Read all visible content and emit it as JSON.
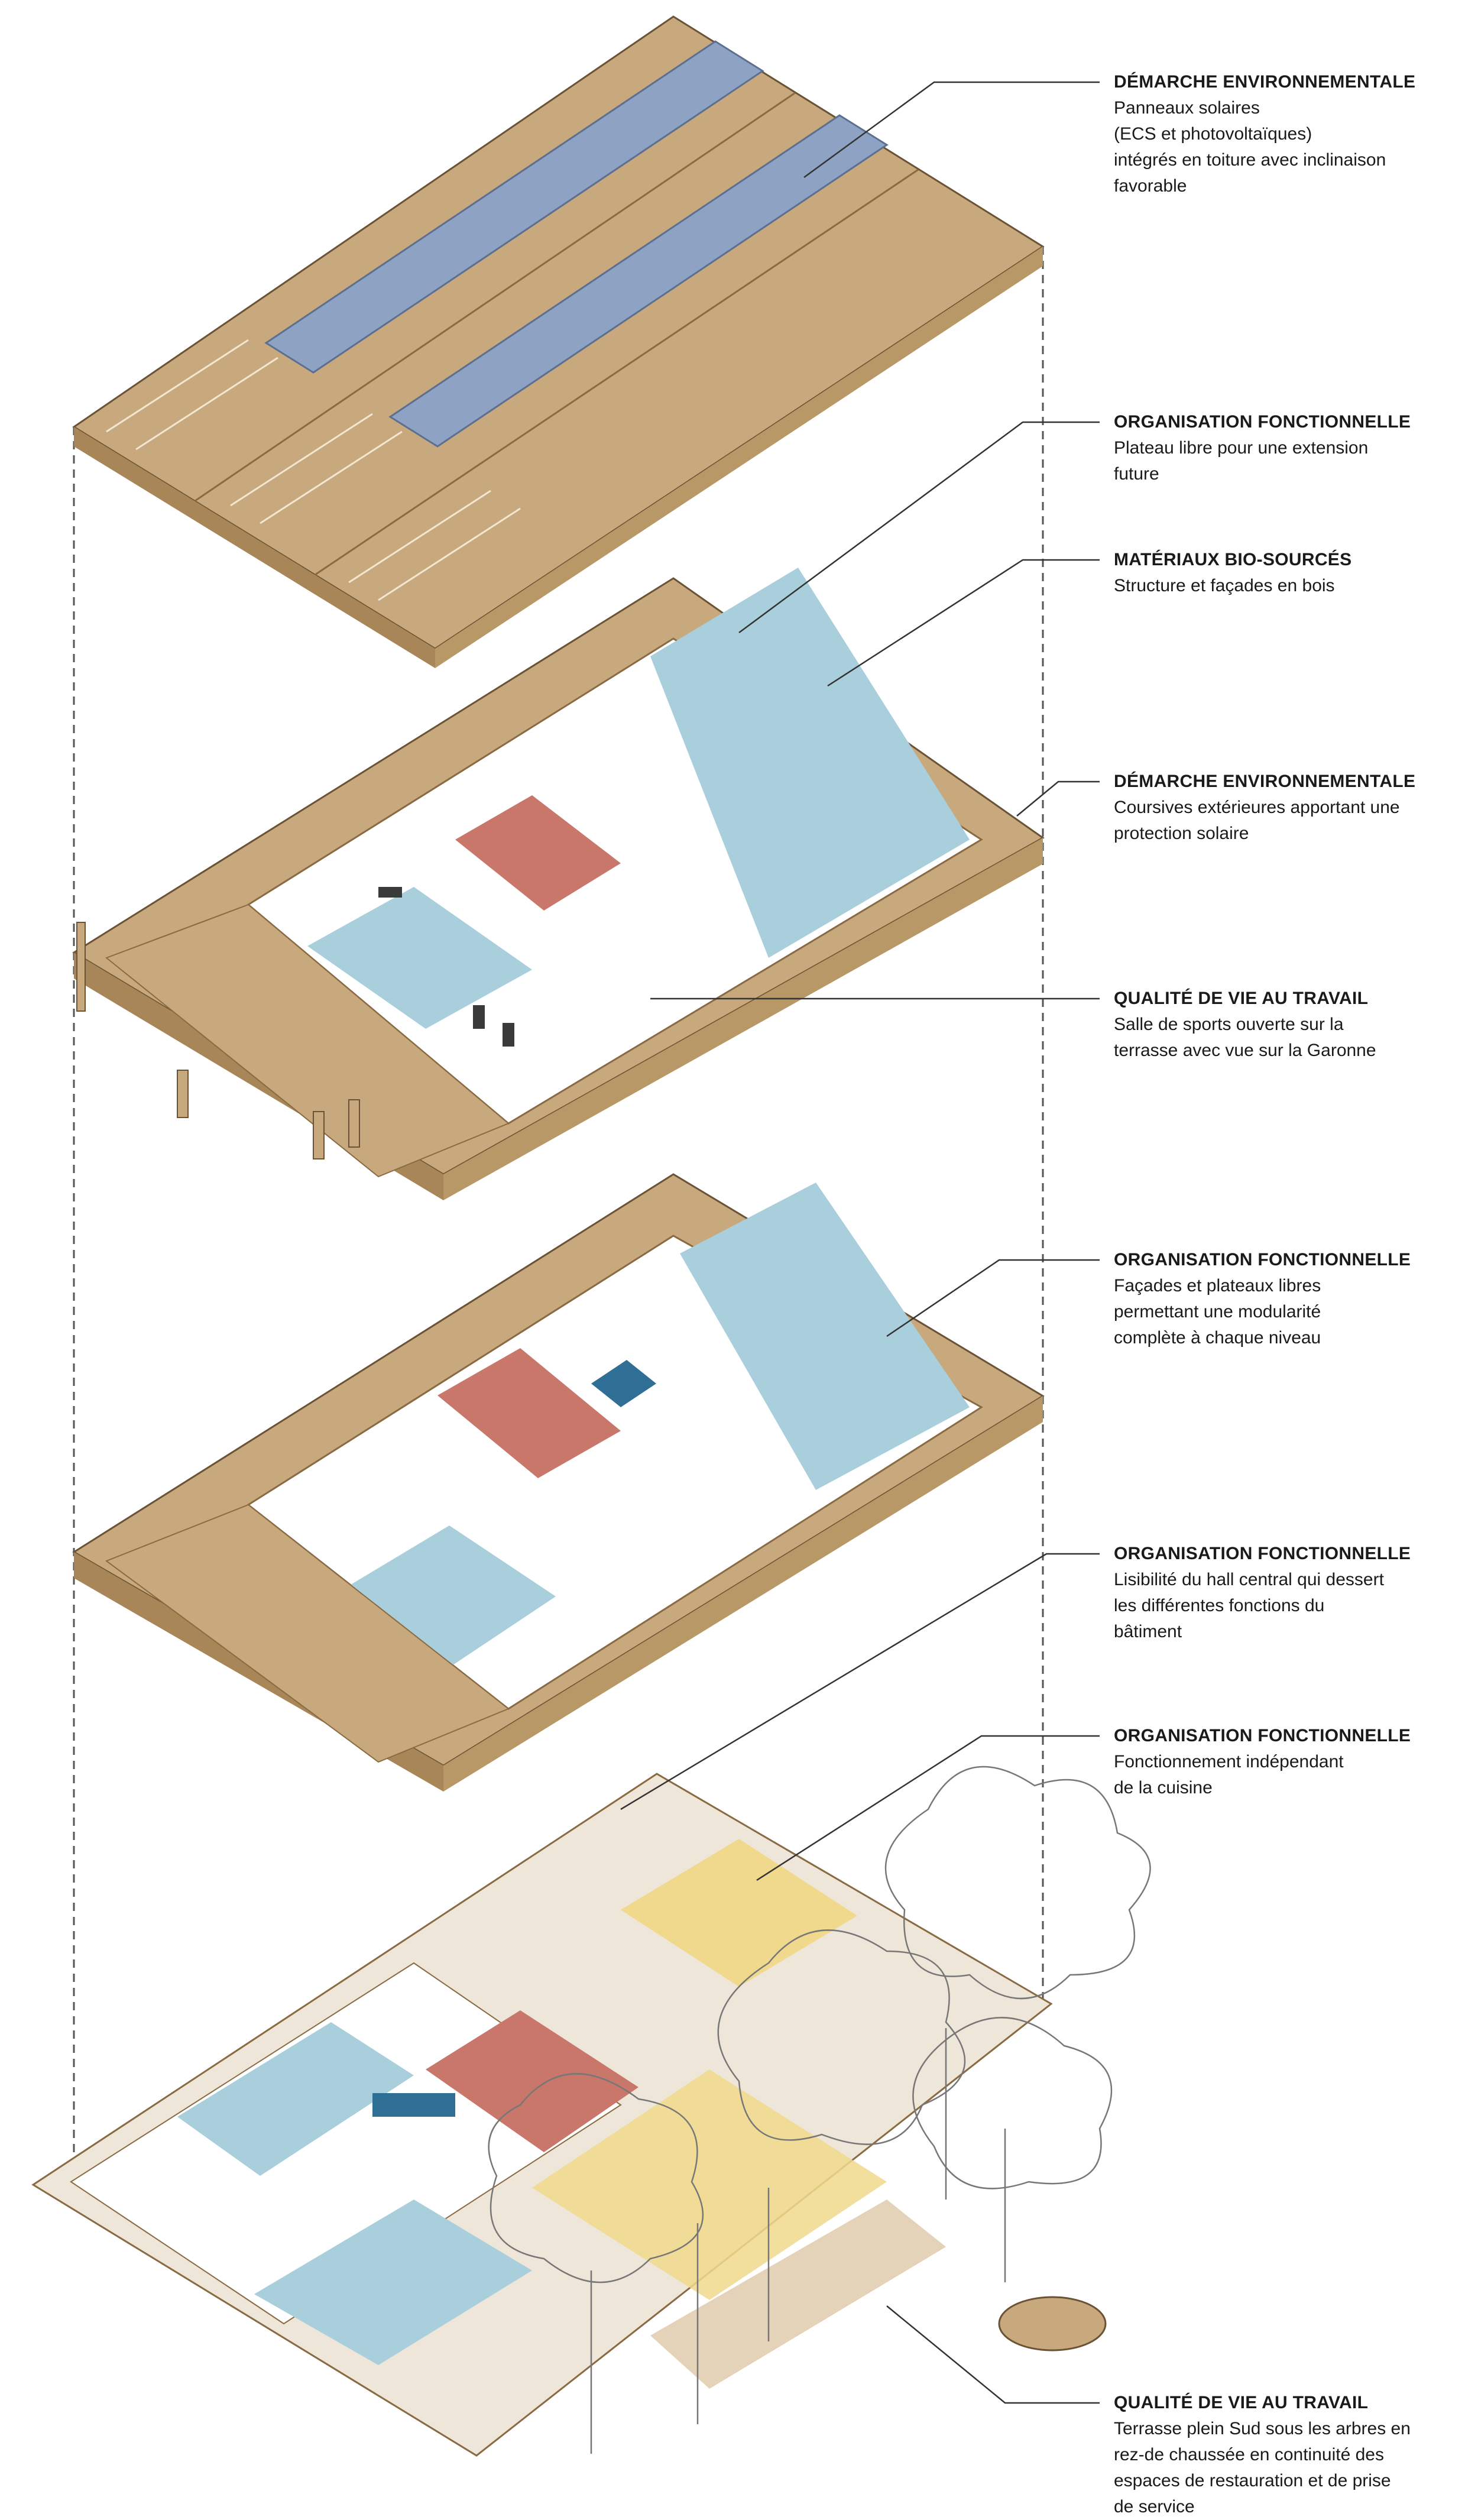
{
  "annotations": [
    {
      "title": "DÉMARCHE ENVIRONNEMENTALE",
      "text": "Panneaux solaires\n(ECS et photovoltaïques)\nintégrés en toiture avec inclinaison\nfavorable"
    },
    {
      "title": "ORGANISATION FONCTIONNELLE",
      "text": "Plateau libre pour une extension\nfuture"
    },
    {
      "title": "MATÉRIAUX BIO-SOURCÉS",
      "text": "Structure et façades en bois"
    },
    {
      "title": "DÉMARCHE ENVIRONNEMENTALE",
      "text": "Coursives extérieures apportant une\nprotection solaire"
    },
    {
      "title": "QUALITÉ DE VIE AU TRAVAIL",
      "text": "Salle de sports ouverte sur la\nterrasse avec vue sur la Garonne"
    },
    {
      "title": "ORGANISATION FONCTIONNELLE",
      "text": "Façades et plateaux libres\npermettant une modularité\ncomplète à chaque niveau"
    },
    {
      "title": "ORGANISATION FONCTIONNELLE",
      "text": "Lisibilité du hall central qui dessert\nles différentes fonctions du\nbâtiment"
    },
    {
      "title": "ORGANISATION FONCTIONNELLE",
      "text": "Fonctionnement indépendant\nde la cuisine"
    },
    {
      "title": "QUALITÉ DE VIE AU TRAVAIL",
      "text": "Terrasse plein Sud sous les arbres en\nrez-de chaussée en continuité des\nespaces de restauration et de prise\nde service"
    }
  ],
  "colors": {
    "wood": "#c8a97e",
    "wood_dark": "#a88658",
    "office_blue": "#a9cfdc",
    "hall_red": "#c9766b",
    "restaurant_yellow": "#f0d98c",
    "solar_panel": "#8ea3c4",
    "text": "#1a1a1a"
  }
}
